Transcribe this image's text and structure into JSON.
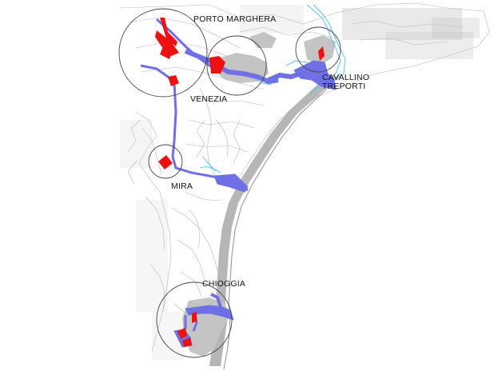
{
  "map": {
    "labels": {
      "porto_marghera": "PORTO MARGHERA",
      "venezia": "VENEZIA",
      "cavallino_line1": "CAVALLINO",
      "cavallino_line2": "TREPORTI",
      "mira": "MIRA",
      "chioggia": "CHIOGGIA"
    },
    "colors": {
      "land_lines": "#b5b5b5",
      "urban_fill": "#c4c4c4",
      "coast_strip": "#a9a9a9",
      "channels": "#6f6fe6",
      "river_outline": "#56c8e6",
      "sites": "#ee1111",
      "focus_circles": "#444444",
      "label_text": "#111111"
    },
    "icons": {
      "focus_marker": "circle-outline",
      "site_marker": "red-polygon"
    }
  }
}
